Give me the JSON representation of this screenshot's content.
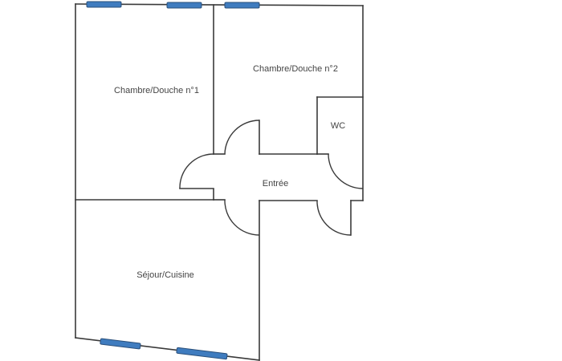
{
  "plan": {
    "rooms": [
      {
        "id": "chambre1",
        "label": "Chambre/Douche n°1"
      },
      {
        "id": "chambre2",
        "label": "Chambre/Douche n°2"
      },
      {
        "id": "wc",
        "label": "WC"
      },
      {
        "id": "entree",
        "label": "Entrée"
      },
      {
        "id": "sejour",
        "label": "Séjour/Cuisine"
      }
    ],
    "colors": {
      "wall": "#3a3a3a",
      "window": "#3f7cbf",
      "label": "#444444"
    }
  }
}
